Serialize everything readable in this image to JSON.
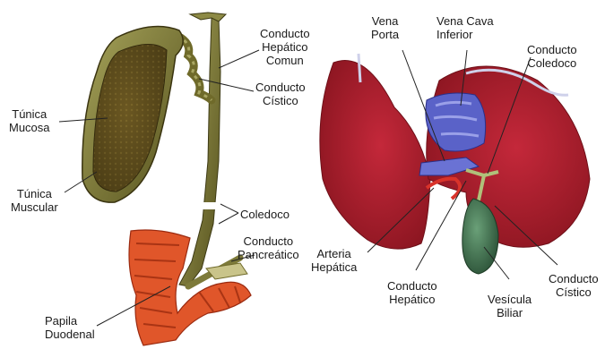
{
  "labels": {
    "tunica_mucosa": [
      "Túnica",
      "Mucosa"
    ],
    "tunica_muscular": [
      "Túnica",
      "Muscular"
    ],
    "papila_duodenal": [
      "Papila",
      "Duodenal"
    ],
    "conducto_hepatico_comun": [
      "Conducto",
      "Hepático",
      "Comun"
    ],
    "conducto_cistico_left": [
      "Conducto",
      "Cístico"
    ],
    "coledoco_left": [
      "Coledoco"
    ],
    "conducto_pancreatico": [
      "Conducto",
      "Pancreático"
    ],
    "vena_porta": [
      "Vena",
      "Porta"
    ],
    "vena_cava_inferior": [
      "Vena Cava",
      "Inferior"
    ],
    "conducto_coledoco": [
      "Conducto",
      "Coledoco"
    ],
    "arteria_hepatica": [
      "Arteria",
      "Hepática"
    ],
    "conducto_hepatico": [
      "Conducto",
      "Hepático"
    ],
    "vesicula_biliar": [
      "Vesícula",
      "Biliar"
    ],
    "conducto_cistico_right": [
      "Conducto",
      "Cístico"
    ]
  },
  "colors": {
    "gallbladder_olive": "#6f6a2a",
    "gallbladder_mucosa": "#5a4a1e",
    "duct_olive": "#8d8a45",
    "duodenum_orange": "#e0562a",
    "liver_red": "#b01e2c",
    "liver_dark": "#8e1622",
    "vein_blue": "#5a62c8",
    "vesicle_green": "#3f7a56",
    "leader_line": "#222222"
  }
}
